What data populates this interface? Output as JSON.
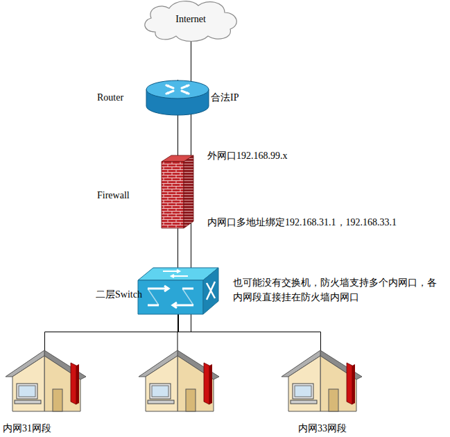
{
  "diagram": {
    "nodes": [
      {
        "text": [
          "Internet"
        ]
      },
      {
        "text": [
          "Router",
          "合法IP"
        ]
      },
      {
        "text": [
          "Firewall",
          "外网口192.168.99.x",
          "内网口多地址绑定192.168.31.1，192.168.33.1"
        ]
      },
      {
        "text": [
          "二层Switch",
          "也可能没有交换机，防火墙支持多个内网口，各内网段直接挂在防火墙内网口"
        ]
      },
      {
        "text": [
          "内网31网段"
        ]
      },
      {
        "text": [
          "内网33网段"
        ]
      }
    ],
    "edges": [
      {
        "from": 0,
        "to": 1,
        "arrow": "none"
      },
      {
        "from": 1,
        "to": 2,
        "arrow": "none"
      },
      {
        "from": 2,
        "to": 3,
        "arrow": "none"
      },
      {
        "from": 3,
        "to": 4,
        "arrow": "none"
      },
      {
        "from": 3,
        "to": 5,
        "arrow": "none"
      }
    ]
  }
}
